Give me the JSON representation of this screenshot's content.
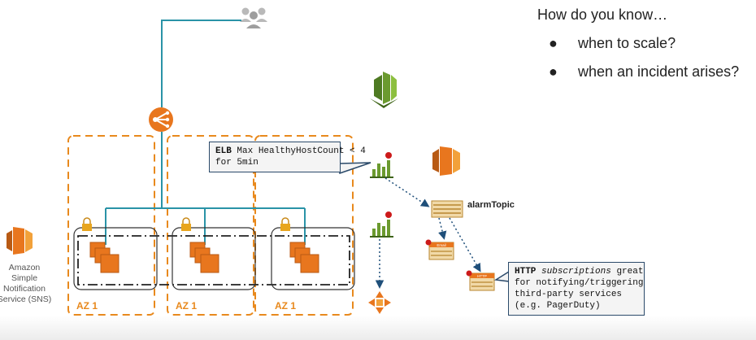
{
  "slide": {
    "heading": "How do you know…",
    "bullets": [
      {
        "marker": "●",
        "text": "when to scale?"
      },
      {
        "marker": "●",
        "text": "when an incident arises?"
      }
    ]
  },
  "diagram": {
    "availability_zones": [
      {
        "label": "AZ 1"
      },
      {
        "label": "AZ 1"
      },
      {
        "label": "AZ 1"
      }
    ],
    "sns": {
      "label_lines": [
        "Amazon",
        "Simple",
        "Notification",
        "Service (SNS)"
      ]
    },
    "alarm_topic": {
      "label": "alarmTopic"
    },
    "elb_callout": {
      "keyword": "ELB",
      "text_line1": " Max HealthyHostCount < 4",
      "text_line2": "for 5min"
    },
    "http_callout": {
      "keyword": "HTTP",
      "emphasis": "subscriptions",
      "text_line1_tail": " great",
      "lines": [
        "for notifying/triggering",
        "third-party services",
        "(e.g. PagerDuty)"
      ]
    },
    "subscriptions": [
      {
        "badge": "Email"
      },
      {
        "badge": "HTTP"
      }
    ],
    "colors": {
      "az_border": "#e8891d",
      "connector": "#2a93a7",
      "aws_orange": "#e8761e",
      "aws_green": "#6b9a2f",
      "callout_border": "#2b4a6a",
      "alarm_red": "#cc1a1a"
    }
  }
}
